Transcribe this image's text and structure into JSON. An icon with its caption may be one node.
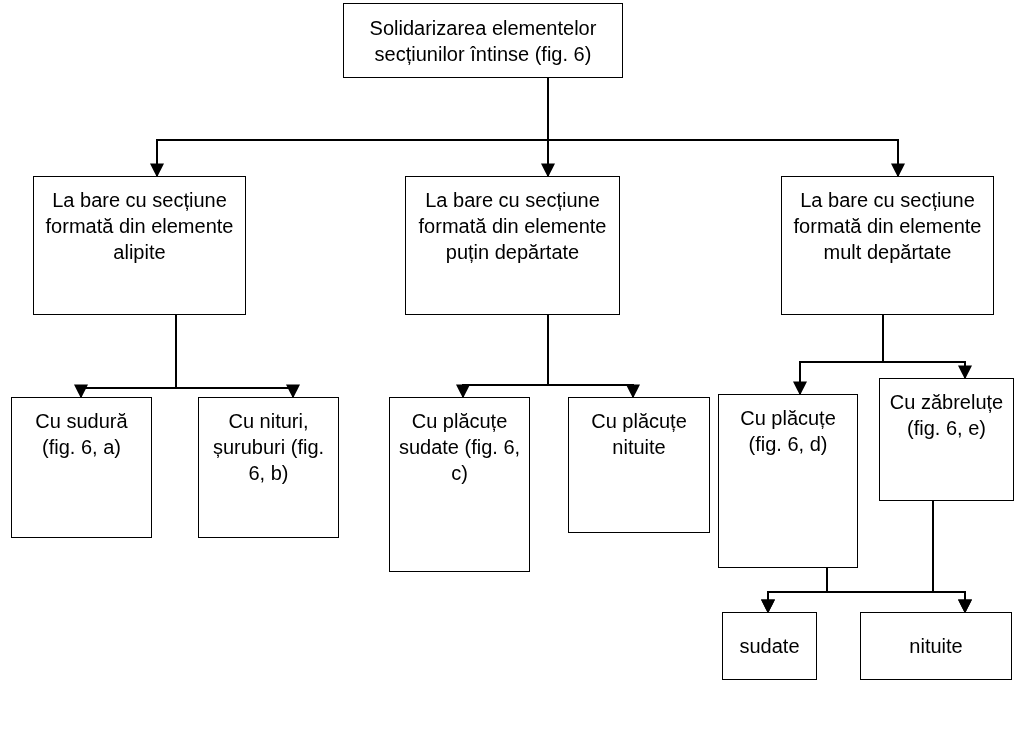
{
  "diagram": {
    "nodes": [
      {
        "text": [
          "Solidarizarea elementelor secțiunilor întinse (fig. 6)"
        ]
      },
      {
        "text": [
          "La bare cu secțiune formată din elemente alipite"
        ]
      },
      {
        "text": [
          "La bare cu secțiune formată din elemente puțin depărtate"
        ]
      },
      {
        "text": [
          "La bare cu secțiune formată din elemente mult depărtate"
        ]
      },
      {
        "text": [
          "Cu sudură (fig. 6, a)"
        ]
      },
      {
        "text": [
          "Cu nituri, șuruburi (fig. 6, b)"
        ]
      },
      {
        "text": [
          "Cu plăcuțe sudate (fig. 6, c)"
        ]
      },
      {
        "text": [
          "Cu plăcuțe nituite"
        ]
      },
      {
        "text": [
          "Cu plăcuțe (fig. 6, d)"
        ]
      },
      {
        "text": [
          "Cu zăbreluțe (fig. 6, e)"
        ]
      },
      {
        "text": [
          "sudate"
        ]
      },
      {
        "text": [
          "nituite"
        ]
      }
    ],
    "edges": [
      {
        "from": 0,
        "to": 1,
        "arrow": "to"
      },
      {
        "from": 0,
        "to": 2,
        "arrow": "to"
      },
      {
        "from": 0,
        "to": 3,
        "arrow": "to"
      },
      {
        "from": 1,
        "to": 4,
        "arrow": "to"
      },
      {
        "from": 1,
        "to": 5,
        "arrow": "to"
      },
      {
        "from": 2,
        "to": 6,
        "arrow": "to"
      },
      {
        "from": 2,
        "to": 7,
        "arrow": "to"
      },
      {
        "from": 3,
        "to": 8,
        "arrow": "to"
      },
      {
        "from": 3,
        "to": 9,
        "arrow": "to"
      },
      {
        "from": 8,
        "to": 10,
        "arrow": "to"
      },
      {
        "from": 8,
        "to": 11,
        "arrow": "to"
      },
      {
        "from": 9,
        "to": 10,
        "arrow": "to"
      },
      {
        "from": 9,
        "to": 11,
        "arrow": "to"
      }
    ]
  }
}
